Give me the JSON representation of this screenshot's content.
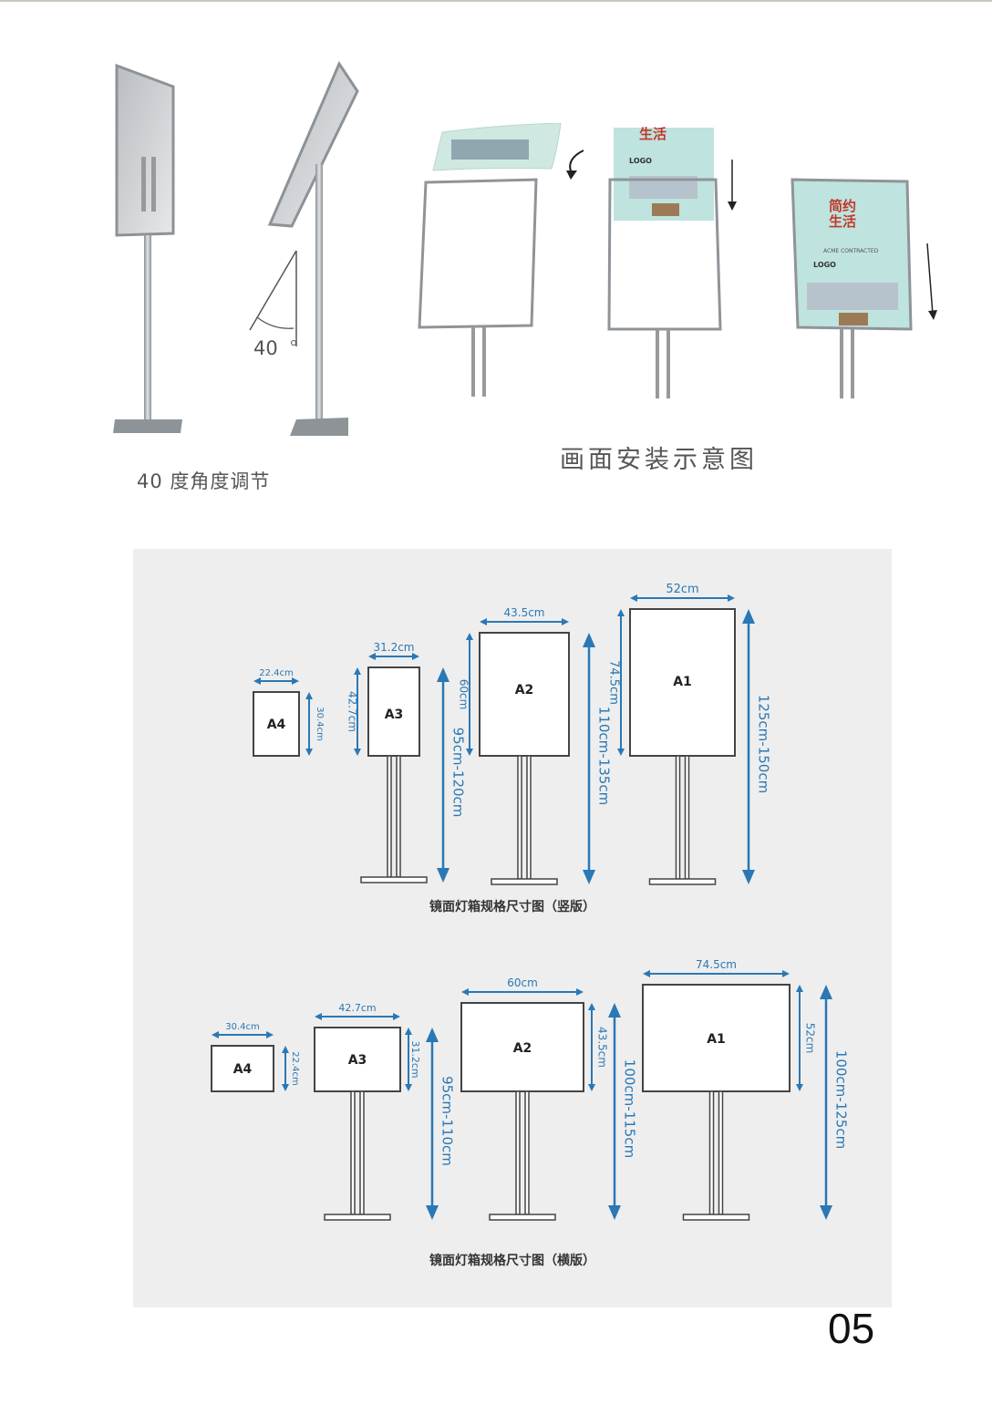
{
  "page": {
    "number": "05"
  },
  "angle_section": {
    "angle_label": "40",
    "caption": "40  度角度调节"
  },
  "install_section": {
    "caption": "画面安装示意图",
    "poster": {
      "headline": "简约生活",
      "headline_short": "生活",
      "subtitle": "ACME CONTRACTED",
      "logo": "LOGO"
    }
  },
  "portrait": {
    "caption": "镜面灯箱规格尺寸图（竖版）",
    "items": [
      {
        "size": "A4",
        "width": "22.4cm",
        "height": "30.4cm",
        "stand": ""
      },
      {
        "size": "A3",
        "width": "31.2cm",
        "height": "42.7cm",
        "stand": "95cm-120cm"
      },
      {
        "size": "A2",
        "width": "43.5cm",
        "height": "60cm",
        "stand": "110cm-135cm"
      },
      {
        "size": "A1",
        "width": "52cm",
        "height": "74.5cm",
        "stand": "125cm-150cm"
      }
    ]
  },
  "landscape": {
    "caption": "镜面灯箱规格尺寸图（横版）",
    "items": [
      {
        "size": "A4",
        "width": "30.4cm",
        "height": "22.4cm",
        "stand": ""
      },
      {
        "size": "A3",
        "width": "42.7cm",
        "height": "31.2cm",
        "stand": "95cm-110cm"
      },
      {
        "size": "A2",
        "width": "60cm",
        "height": "43.5cm",
        "stand": "100cm-115cm"
      },
      {
        "size": "A1",
        "width": "74.5cm",
        "height": "52cm",
        "stand": "100cm-125cm"
      }
    ]
  },
  "colors": {
    "dimension": "#2a78b5",
    "frame": "#444444",
    "panel": "#eeeeee",
    "poster_teal": "#bfe3de",
    "poster_red": "#c0392b"
  }
}
